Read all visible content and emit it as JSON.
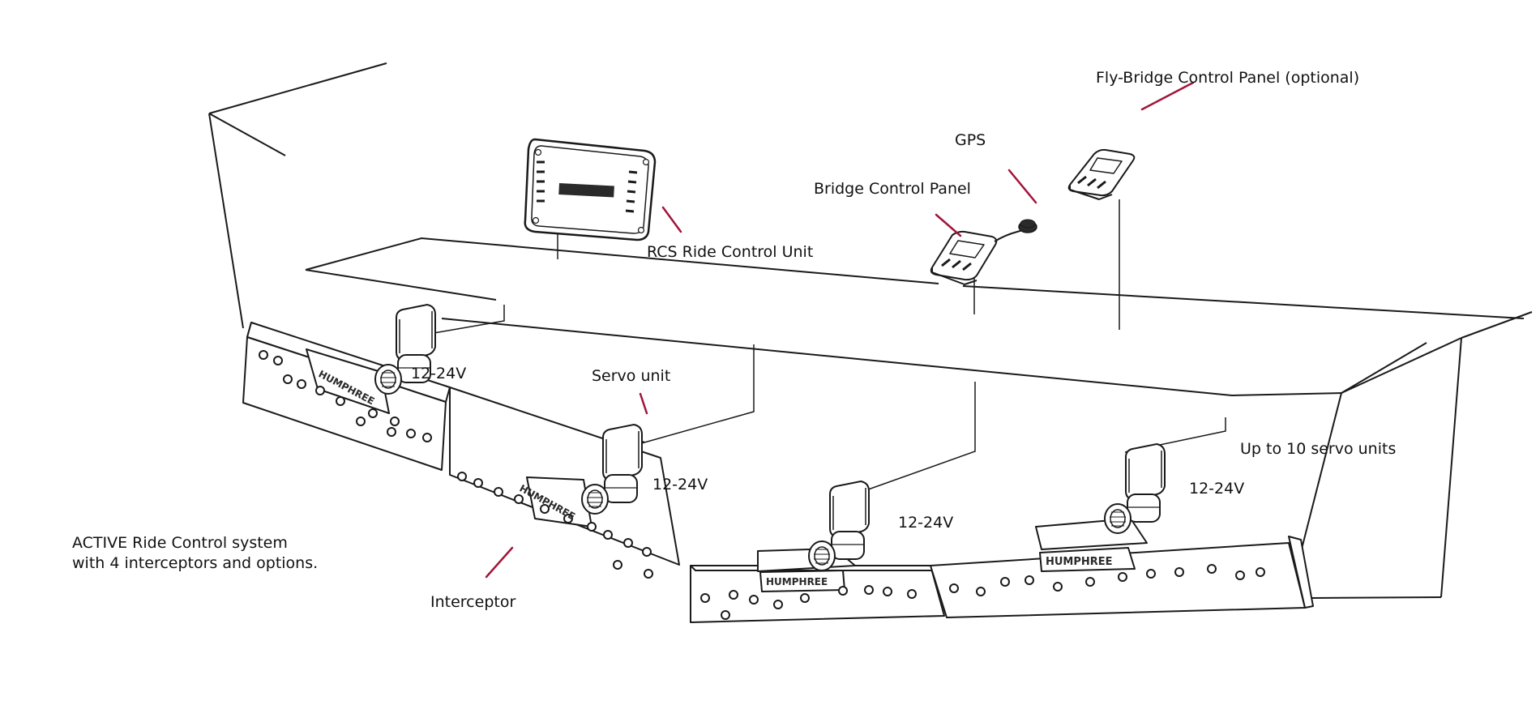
{
  "labels": {
    "fly_bridge_panel": "Fly-Bridge Control Panel (optional)",
    "gps": "GPS",
    "bridge_panel": "Bridge Control Panel",
    "rcs_unit": "RCS Ride Control Unit",
    "servo_unit": "Servo unit",
    "voltage_1": "12-24V",
    "voltage_2": "12-24V",
    "voltage_3": "12-24V",
    "voltage_4": "12-24V",
    "up_to_10": "Up to 10 servo units",
    "interceptor": "Interceptor"
  },
  "caption": {
    "line1": "ACTIVE Ride Control system",
    "line2": "with 4 interceptors and options."
  },
  "brand_text": "HUMPHREE",
  "colors": {
    "line": "#1a1a1a",
    "leader": "#a0163a",
    "device_fill": "#ffffff",
    "dark_part": "#2a2a2a",
    "label_text": "#111111"
  }
}
